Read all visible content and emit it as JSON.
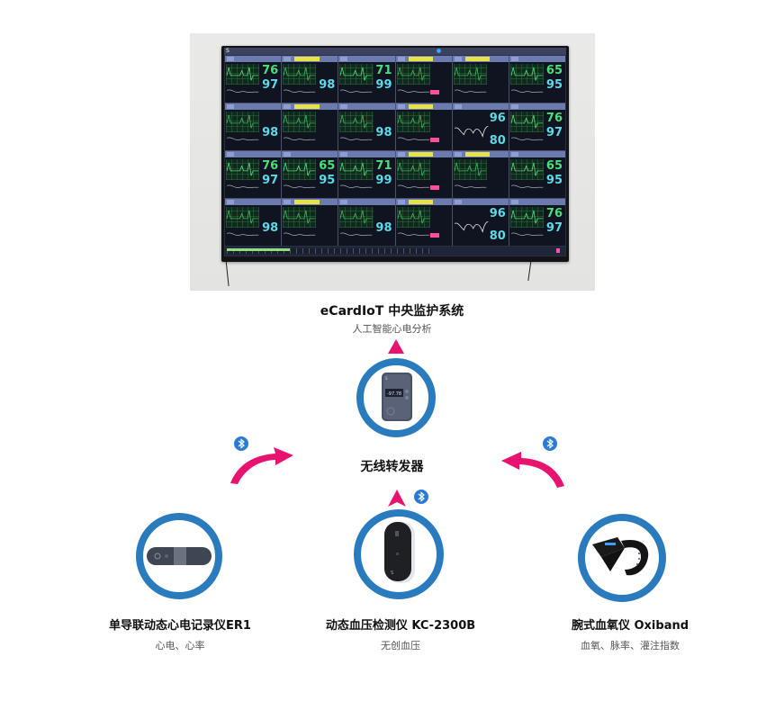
{
  "photo": {
    "monitor_tiles": [
      {
        "row": 1,
        "col": 1,
        "values": [
          "76",
          "97"
        ],
        "alarm": false
      },
      {
        "row": 1,
        "col": 2,
        "values": [
          "98"
        ],
        "alarm": true
      },
      {
        "row": 1,
        "col": 3,
        "values": [
          "71",
          "99"
        ],
        "alarm": false
      },
      {
        "row": 1,
        "col": 4,
        "values": [],
        "alarm": true
      },
      {
        "row": 1,
        "col": 5,
        "values": [],
        "alarm": true
      },
      {
        "row": 1,
        "col": 6,
        "values": [
          "65",
          "95"
        ],
        "alarm": false
      },
      {
        "row": 2,
        "col": 1,
        "values": [
          "98"
        ],
        "alarm": false
      },
      {
        "row": 2,
        "col": 2,
        "values": [],
        "alarm": true
      },
      {
        "row": 2,
        "col": 3,
        "values": [
          "98"
        ],
        "alarm": false
      },
      {
        "row": 2,
        "col": 4,
        "values": [],
        "alarm": true
      },
      {
        "row": 2,
        "col": 5,
        "values": [
          "96",
          "80"
        ],
        "alarm": false
      },
      {
        "row": 2,
        "col": 6,
        "values": [
          "76",
          "97"
        ],
        "alarm": false
      },
      {
        "row": 3,
        "col": 1,
        "values": [
          "76",
          "97"
        ],
        "alarm": false
      },
      {
        "row": 3,
        "col": 2,
        "values": [
          "65",
          "95"
        ],
        "alarm": false
      },
      {
        "row": 3,
        "col": 3,
        "values": [
          "71",
          "99"
        ],
        "alarm": false
      },
      {
        "row": 3,
        "col": 4,
        "values": [],
        "alarm": true
      },
      {
        "row": 3,
        "col": 5,
        "values": [],
        "alarm": true
      },
      {
        "row": 3,
        "col": 6,
        "values": [
          "65",
          "95"
        ],
        "alarm": false
      },
      {
        "row": 4,
        "col": 1,
        "values": [
          "98"
        ],
        "alarm": false
      },
      {
        "row": 4,
        "col": 2,
        "values": [],
        "alarm": true
      },
      {
        "row": 4,
        "col": 3,
        "values": [
          "98"
        ],
        "alarm": false
      },
      {
        "row": 4,
        "col": 4,
        "values": [],
        "alarm": true
      },
      {
        "row": 4,
        "col": 5,
        "values": [
          "96",
          "80"
        ],
        "alarm": false
      },
      {
        "row": 4,
        "col": 6,
        "values": [
          "76",
          "97"
        ],
        "alarm": false
      }
    ]
  },
  "system": {
    "title": "eCardIoT 中央监护系统",
    "subtitle": "人工智能心电分析"
  },
  "hub": {
    "label": "无线转发器"
  },
  "devices": [
    {
      "label": "单导联动态心电记录仪ER1",
      "subtitle": "心电、心率",
      "icon": "ecg-patch-icon"
    },
    {
      "label": "动态血压检测仪 KC-2300B",
      "subtitle": "无创血压",
      "icon": "bp-monitor-icon"
    },
    {
      "label": "腕式血氧仪 Oxiband",
      "subtitle": "血氧、脉率、灌注指数",
      "icon": "wrist-oximeter-icon"
    }
  ],
  "colors": {
    "ring": "#2a7bbd",
    "arrow": "#e8126f",
    "bluetooth": "#2a7bd5"
  }
}
